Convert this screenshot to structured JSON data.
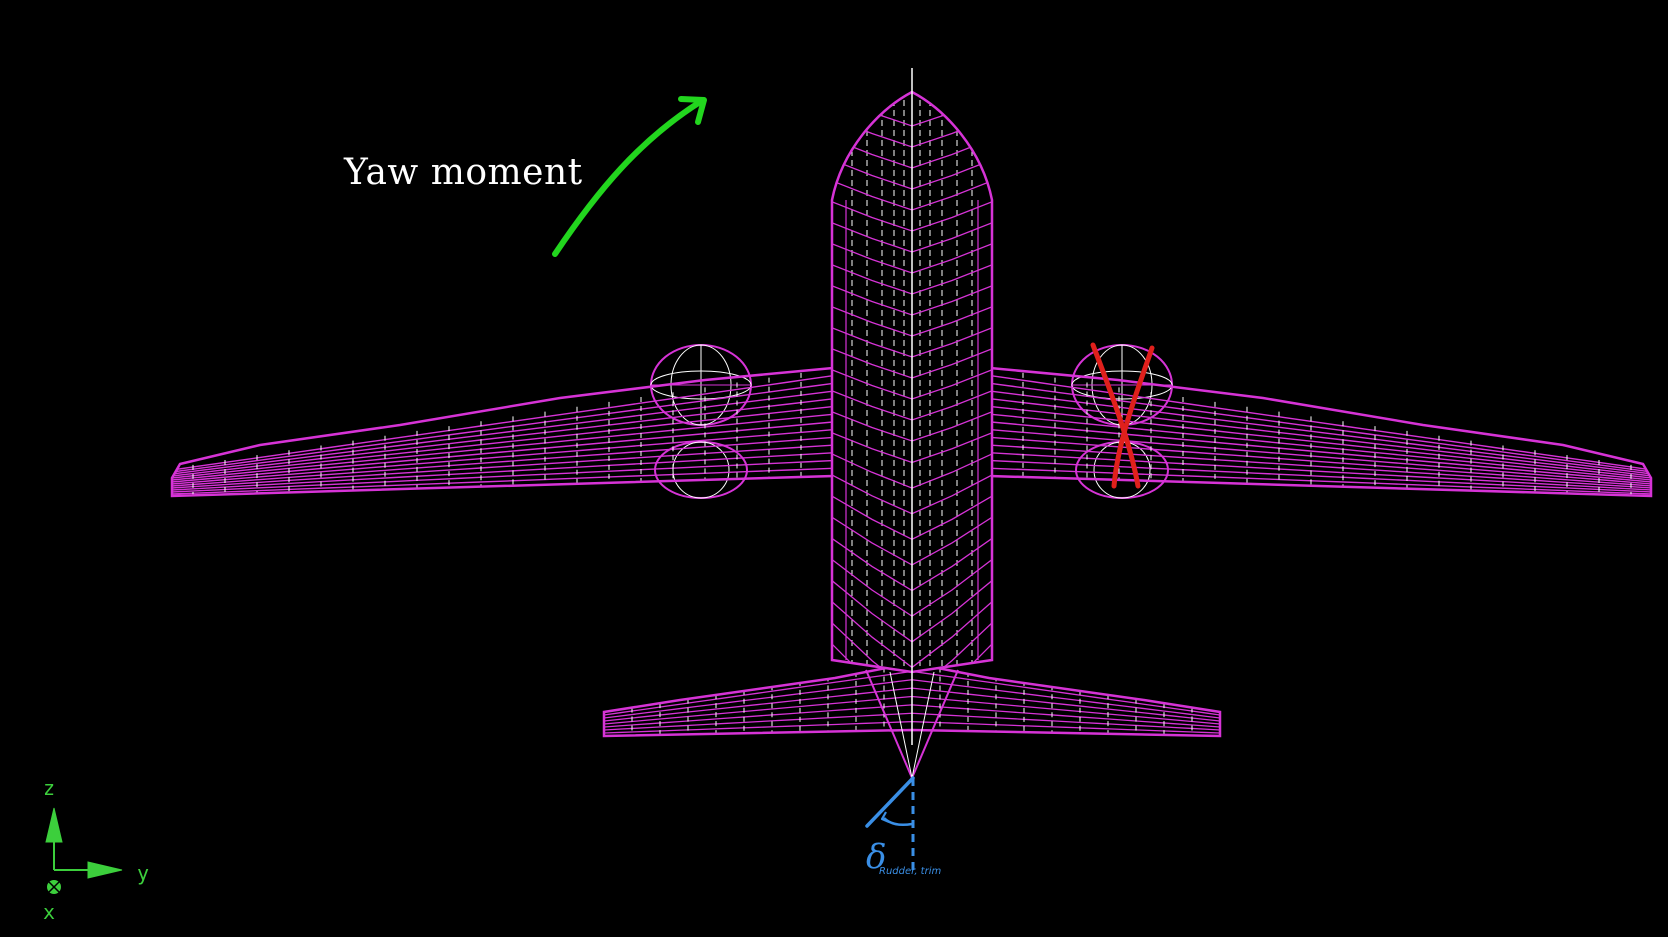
{
  "labels": {
    "yaw_moment": "Yaw moment",
    "axis_z": "z",
    "axis_y": "y",
    "axis_x": "x",
    "rudder_symbol": "δ",
    "rudder_subscript": "Rudder, trim"
  },
  "colors": {
    "background": "#000000",
    "mesh": "#d633d6",
    "mesh_lines": "#ffffff",
    "yaw_arrow": "#22d61e",
    "failed_engine_cross": "#e0201c",
    "rudder_annotation": "#3a8fe6",
    "axis_triad": "#3ccf3c"
  },
  "icons": {
    "yaw_arrow": "curved-arrow-icon",
    "engine_failure": "red-cross-icon",
    "coordinate_triad": "axis-triad-icon"
  }
}
